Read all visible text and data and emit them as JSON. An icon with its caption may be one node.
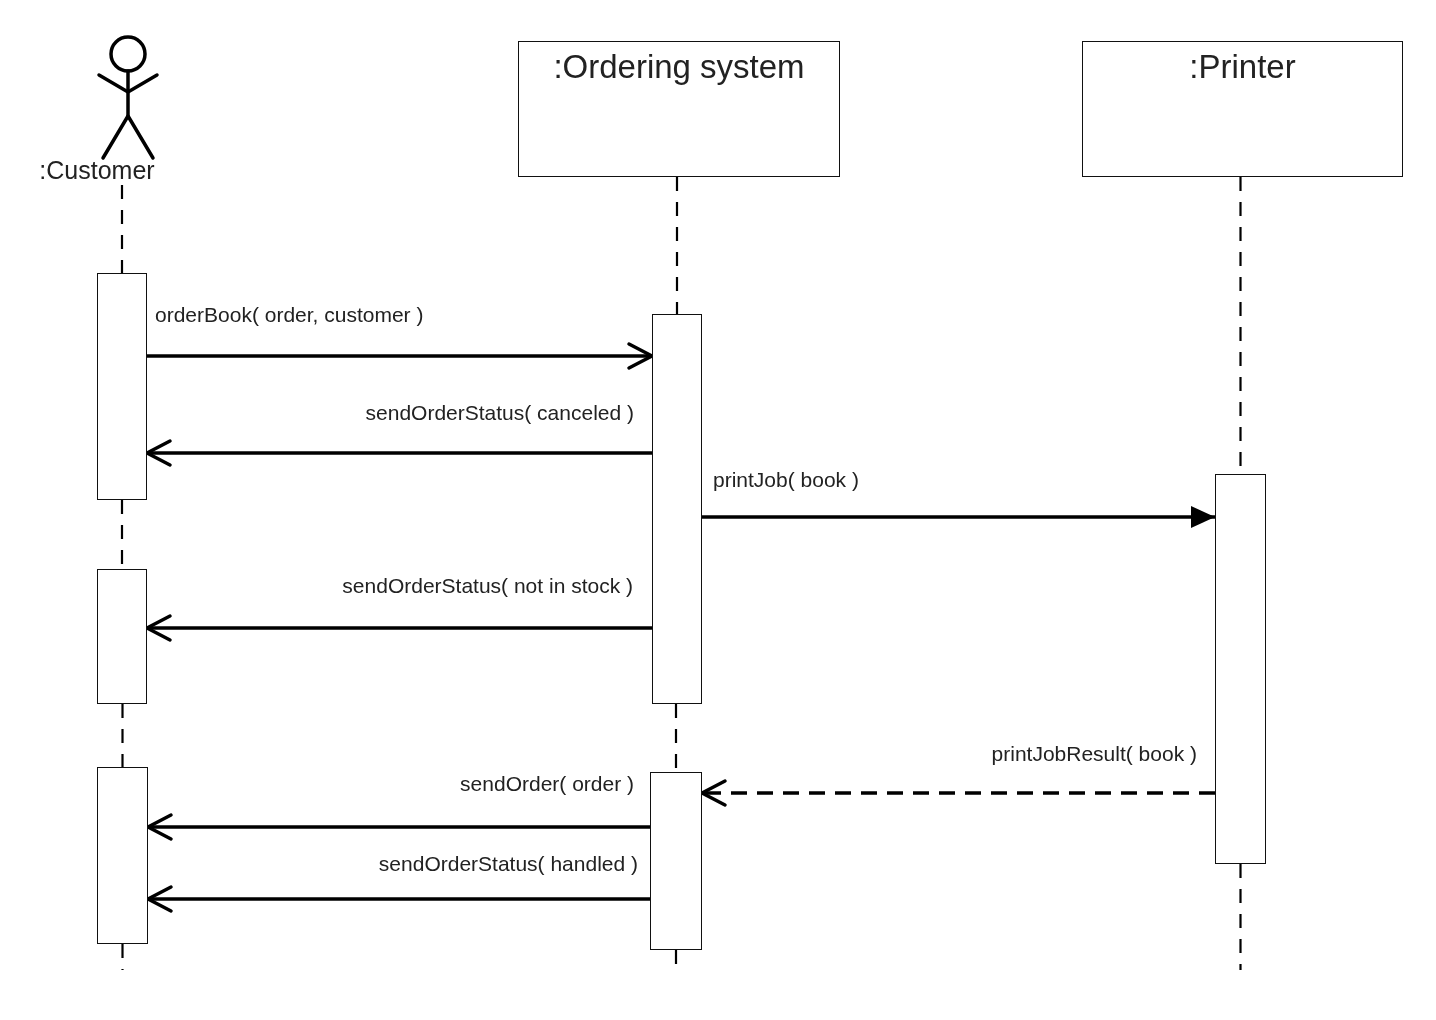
{
  "diagram": {
    "nodes": [
      {
        "text": [
          ":Customer"
        ]
      },
      {
        "text": [
          ":Ordering system"
        ]
      },
      {
        "text": [
          ":Printer"
        ]
      },
      {
        "text": [],
        "shape": "bar"
      },
      {
        "text": [],
        "shape": "bar"
      },
      {
        "text": [],
        "shape": "bar"
      },
      {
        "text": [],
        "shape": "bar"
      },
      {
        "text": [],
        "shape": "bar"
      },
      {
        "text": [],
        "shape": "bar"
      }
    ],
    "edges": [
      {
        "from": 3,
        "to": 6,
        "arrow": "to",
        "label": "orderBook( order, customer )"
      },
      {
        "from": 6,
        "to": 3,
        "arrow": "to",
        "label": "sendOrderStatus( canceled )"
      },
      {
        "from": 6,
        "to": 8,
        "arrow": "to",
        "label": "printJob( book )"
      },
      {
        "from": 6,
        "to": 4,
        "arrow": "to",
        "label": "sendOrderStatus( not in stock )"
      },
      {
        "from": 8,
        "to": 7,
        "arrow": "to",
        "label": "printJobResult( book )",
        "style": "dashed"
      },
      {
        "from": 7,
        "to": 5,
        "arrow": "to",
        "label": "sendOrder( order )"
      },
      {
        "from": 7,
        "to": 5,
        "arrow": "to",
        "label": "sendOrderStatus( handled )"
      },
      {
        "from": 0,
        "to": 3,
        "arrow": "none",
        "style": "dashed"
      },
      {
        "from": 3,
        "to": 4,
        "arrow": "none",
        "style": "dashed"
      },
      {
        "from": 4,
        "to": 5,
        "arrow": "none",
        "style": "dashed"
      },
      {
        "from": 5,
        "to": null,
        "arrow": "none",
        "style": "dashed"
      },
      {
        "from": 1,
        "to": 6,
        "arrow": "none",
        "style": "dashed"
      },
      {
        "from": 6,
        "to": 7,
        "arrow": "none",
        "style": "dashed"
      },
      {
        "from": 7,
        "to": null,
        "arrow": "none",
        "style": "dashed"
      },
      {
        "from": 2,
        "to": 8,
        "arrow": "none",
        "style": "dashed"
      },
      {
        "from": 8,
        "to": null,
        "arrow": "none",
        "style": "dashed"
      }
    ]
  }
}
